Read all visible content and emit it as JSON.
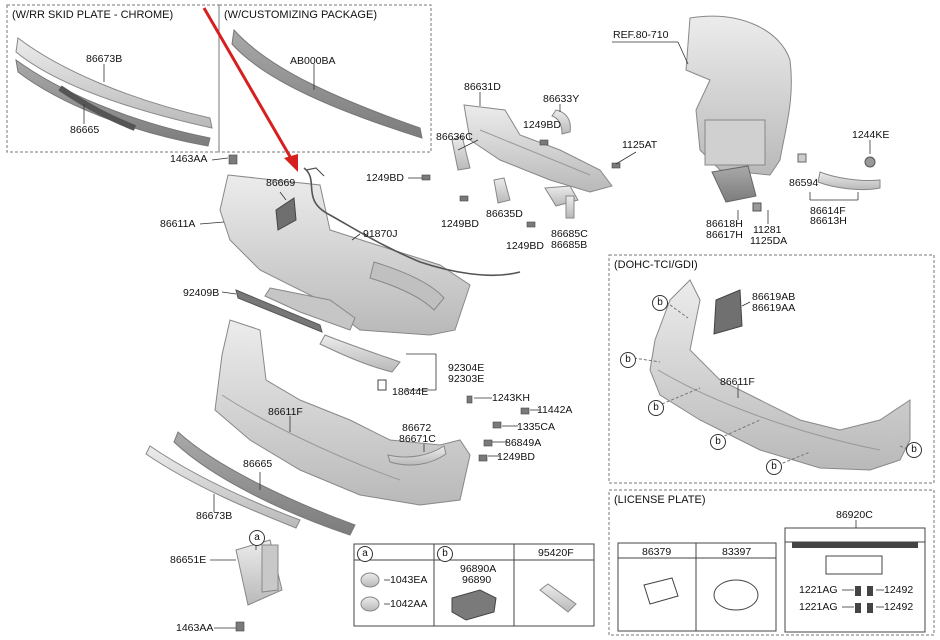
{
  "headers": {
    "skid_chrome": "(W/RR SKID PLATE - CHROME)",
    "customizing": "(W/CUSTOMIZING PACKAGE)",
    "dohc": "(DOHC-TCI/GDI)",
    "license": "(LICENSE PLATE)"
  },
  "labels": {
    "p86673B_top": "86673B",
    "p86665_top": "86665",
    "pAB000BA": "AB000BA",
    "p86631D": "86631D",
    "p86633Y": "86633Y",
    "p1249BD_a": "1249BD",
    "p86636C": "86636C",
    "p1125AT": "1125AT",
    "p1249BD_b": "1249BD",
    "p1463AA_top": "1463AA",
    "p86669": "86669",
    "p86611A": "86611A",
    "p86635D": "86635D",
    "p1249BD_c": "1249BD",
    "p1249BD_d": "1249BD",
    "p86685C": "86685C",
    "p86685B": "86685B",
    "p91870J": "91870J",
    "p92409B": "92409B",
    "p92304E": "92304E",
    "p92303E": "92303E",
    "p18644E": "18644E",
    "p1243KH": "1243KH",
    "p11442A": "11442A",
    "p86611F_main": "86611F",
    "p1335CA": "1335CA",
    "p86672": "86672",
    "p86671C": "86671C",
    "p86849A": "86849A",
    "p1249BD_e": "1249BD",
    "p86665_bot": "86665",
    "p86673B_bot": "86673B",
    "p86651E": "86651E",
    "p1463AA_bot": "1463AA",
    "pREF": "REF.80-710",
    "p1244KE": "1244KE",
    "p86594": "86594",
    "p86618H": "86618H",
    "p86617H": "86617H",
    "p11281": "11281",
    "p1125DA": "1125DA",
    "p86614F": "86614F",
    "p86613H": "86613H",
    "p86619AB": "86619AB",
    "p86619AA": "86619AA",
    "p86611F_dohc": "86611F",
    "p86920C": "86920C",
    "p86379": "86379",
    "p83397": "83397",
    "p1221AG_a": "1221AG",
    "p12492_a": "12492",
    "p1221AG_b": "1221AG",
    "p12492_b": "12492",
    "p1043EA": "1043EA",
    "p1042AA": "1042AA",
    "p96890A": "96890A",
    "p96890": "96890",
    "p95420F": "95420F"
  },
  "circle_markers": {
    "a": "a",
    "b": "b"
  },
  "colors": {
    "part_fill": "#d8d8d8",
    "part_edge": "#8a8a8a",
    "pointer_arrow": "#d62020"
  }
}
